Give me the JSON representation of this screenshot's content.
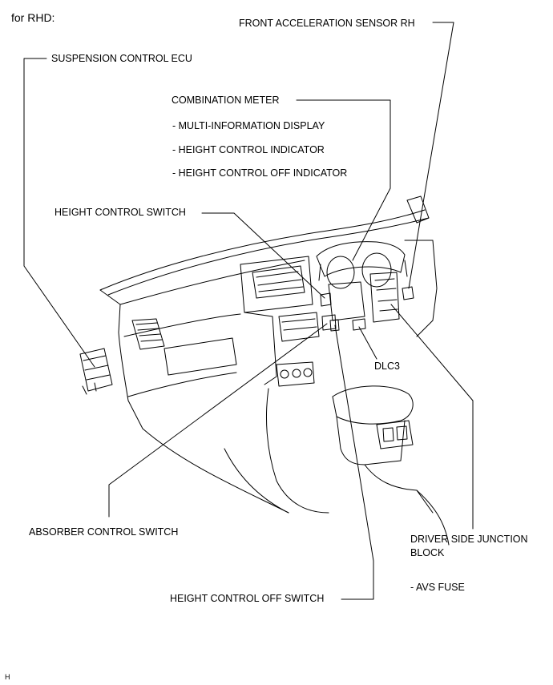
{
  "heading": "for RHD:",
  "labels": {
    "front_sensor": "FRONT ACCELERATION SENSOR RH",
    "suspension_ecu": "SUSPENSION CONTROL ECU",
    "combination_meter": "COMBINATION METER",
    "multi_info": "- MULTI-INFORMATION DISPLAY",
    "height_indicator": "- HEIGHT CONTROL INDICATOR",
    "height_off_indicator": "- HEIGHT CONTROL OFF INDICATOR",
    "height_switch": "HEIGHT CONTROL SWITCH",
    "dlc3": "DLC3",
    "absorber_switch": "ABSORBER CONTROL SWITCH",
    "junction_block_1": "DRIVER SIDE JUNCTION",
    "junction_block_2": "BLOCK",
    "avs_fuse": "- AVS FUSE",
    "height_off_switch": "HEIGHT CONTROL OFF SWITCH",
    "corner_mark": "H"
  }
}
